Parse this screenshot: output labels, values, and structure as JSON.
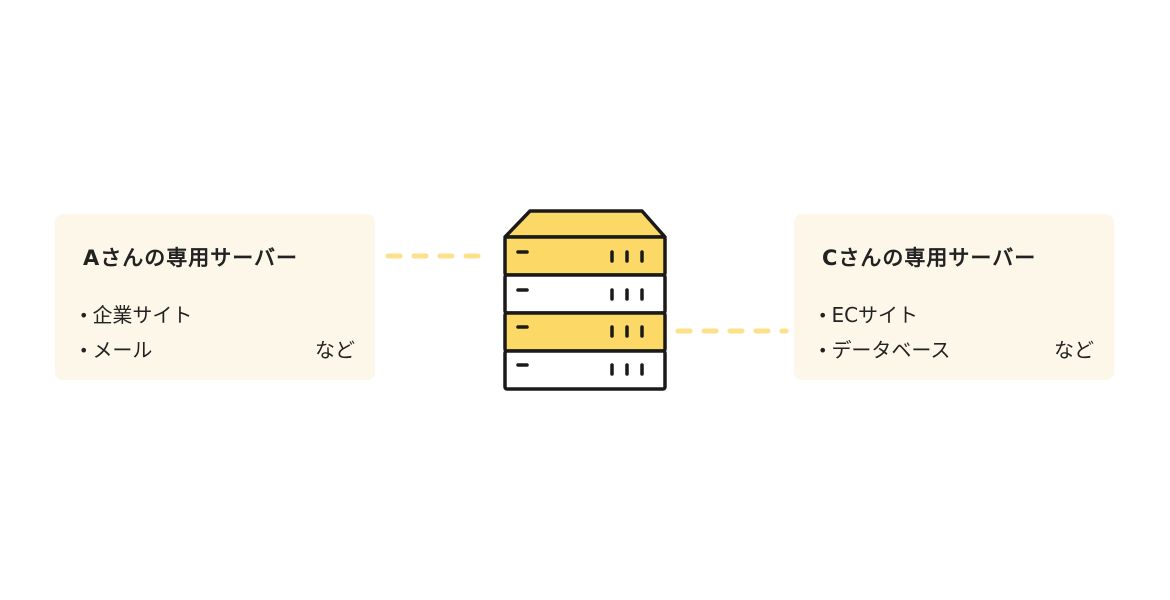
{
  "left_server": {
    "title": "Aさんの専用サーバー",
    "items": [
      "企業サイト",
      "メール"
    ],
    "etc": "など"
  },
  "right_server": {
    "title": "Cさんの専用サーバー",
    "items": [
      "ECサイト",
      "データベース"
    ],
    "etc": "など"
  },
  "colors": {
    "accent_yellow": "#fcd966",
    "card_background": "#fcf7e9",
    "outline": "#1a1a1a",
    "connector": "#fde08a"
  },
  "icons": [
    "server-rack-icon"
  ]
}
